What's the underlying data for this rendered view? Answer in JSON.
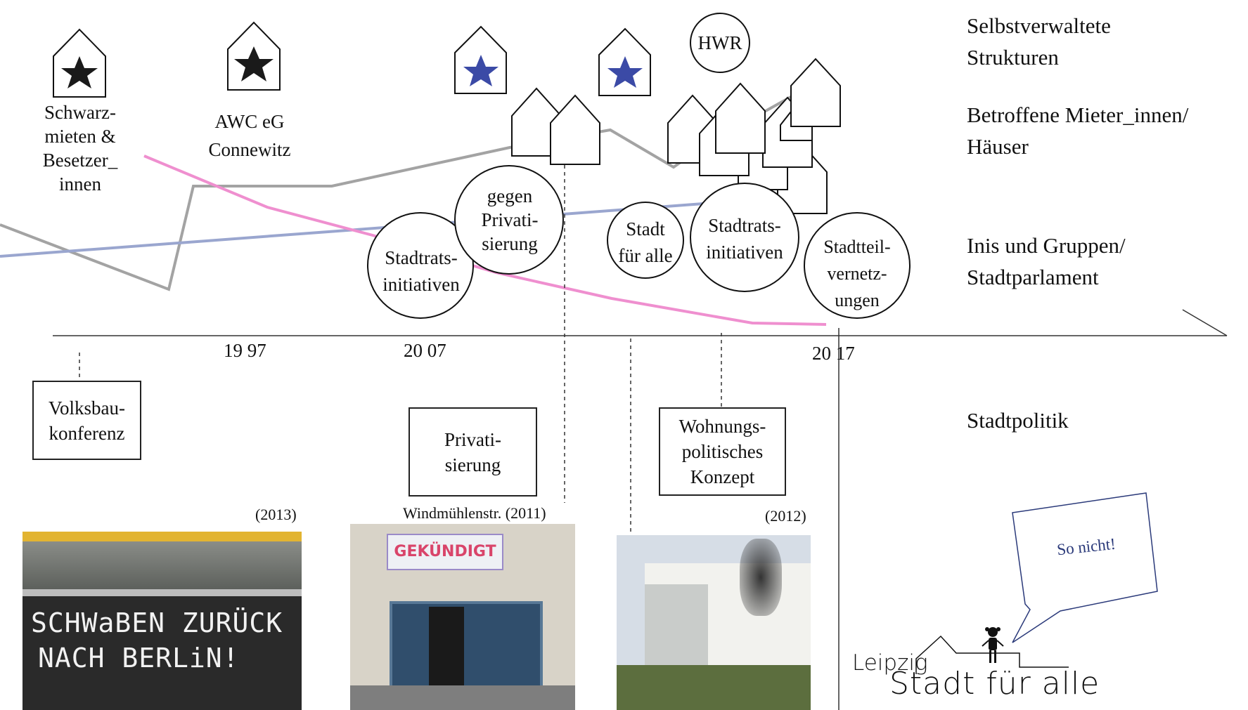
{
  "left_labels": {
    "schwarzmieten": [
      "Schwarz-",
      "mieten &",
      "Besetzer_",
      "innen"
    ],
    "awc": [
      "AWC eG",
      "Connewitz"
    ]
  },
  "circles": {
    "hwr": "HWR",
    "gegen_privatisierung": [
      "gegen",
      "Privati-",
      "sierung"
    ],
    "stadtrats_1": [
      "Stadtrats-",
      "initiativen"
    ],
    "stadt_fuer_alle": [
      "Stadt",
      "für alle"
    ],
    "stadtrats_2": [
      "Stadtrats-",
      "initiativen"
    ],
    "stadtteil": [
      "Stadtteil-",
      "vernetz-",
      "ungen"
    ]
  },
  "right_labels": {
    "selbst": [
      "Selbstverwaltete",
      "Strukturen"
    ],
    "betroffene": [
      "Betroffene Mieter_innen/",
      "Häuser"
    ],
    "inis": [
      "Inis und Gruppen/",
      "Stadtparlament"
    ],
    "stadtpolitik": "Stadtpolitik"
  },
  "years": {
    "y1997": "19 97",
    "y2007": "20 07",
    "y2017": "20 17"
  },
  "boxes": {
    "volksbau": [
      "Volksbau-",
      "konferenz"
    ],
    "privatisierung": [
      "Privati-",
      "sierung"
    ],
    "wohnungs": [
      "Wohnungs-",
      "politisches",
      "Konzept"
    ]
  },
  "captions": {
    "photo1": "(2013)",
    "photo2": "Windmühlenstr. (2011)",
    "photo3": "(2012)"
  },
  "photos": {
    "graffiti": [
      "SCHWaBEN ZURÜCK",
      "NACH BERLiN!"
    ],
    "banner": "GEKÜNDIGT"
  },
  "speech_bubble": "So nicht!",
  "logo": {
    "small": "Leipzig",
    "big": "Stadt für alle"
  },
  "colors": {
    "gray_line": "#a3a3a3",
    "pink_line": "#ef8fcf",
    "blue_line": "#9aa6cf",
    "star_black": "#1a1a1a",
    "star_blue": "#3b4aa6",
    "bubble_border": "#2b3a7a"
  }
}
